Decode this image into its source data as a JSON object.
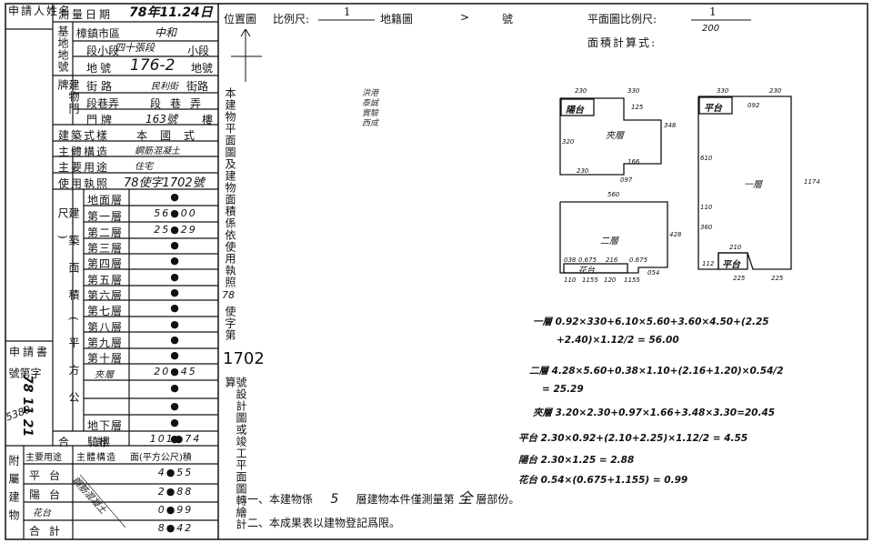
{
  "form": {
    "applicant_label": "申請人姓名",
    "survey_date_label": "測量日期",
    "survey_date": "78年11.24日",
    "base_label": "基地地號",
    "township": "樟鎮市區",
    "township_name": "中和",
    "section_label": "段小段",
    "section_name": "四十張段",
    "subsection": "小段",
    "lot_label": "地號",
    "lot_number": "176-2",
    "lot_suffix": "地號",
    "door_label": "建物門牌",
    "street_label": "街路",
    "street_value": "民利街",
    "street_suffix": "街路",
    "lane_label": "段巷弄",
    "lane_value": "段巷弄",
    "number_label": "門牌",
    "number_value": "163號",
    "number_suffix": "樓",
    "style_label": "建築式樣",
    "style_value": "本國式",
    "structure_label": "主體構造",
    "structure_value": "鋼筋混凝土",
    "use_label": "主要用途",
    "use_value": "住宅",
    "permit_label": "使用執照",
    "permit_value": "78使字1702號",
    "area_label": "建築面積(平方公尺)",
    "floors": [
      {
        "name": "地面層",
        "value": "●"
      },
      {
        "name": "第一層",
        "value": "56●00"
      },
      {
        "name": "第二層",
        "value": "25●29"
      },
      {
        "name": "第三層",
        "value": "●"
      },
      {
        "name": "第四層",
        "value": "●"
      },
      {
        "name": "第五層",
        "value": "●"
      },
      {
        "name": "第六層",
        "value": "●"
      },
      {
        "name": "第七層",
        "value": "●"
      },
      {
        "name": "第八層",
        "value": "●"
      },
      {
        "name": "第九層",
        "value": "●"
      },
      {
        "name": "第十層",
        "value": "●"
      },
      {
        "name": "夾層",
        "value": "20●45"
      },
      {
        "name": "",
        "value": "●"
      },
      {
        "name": "",
        "value": "●"
      },
      {
        "name": "地下層",
        "value": "●"
      },
      {
        "name": "騎樓",
        "value": "●"
      },
      {
        "name": "合計",
        "value": "101●74"
      }
    ],
    "application_label": "申請書",
    "application_no_label": "字第號",
    "application_stamp": "78 11 21",
    "application_no": "5380",
    "annex_label": "附屬建物",
    "annex_head": [
      "主要用途",
      "主體構造",
      "面(平方公尺)積"
    ],
    "annex": [
      {
        "name": "平台",
        "value": "4●55"
      },
      {
        "name": "陽台",
        "value": "2●88"
      },
      {
        "name": "花台",
        "value": "0●99"
      },
      {
        "name": "合計",
        "value": "8●42"
      }
    ],
    "annex_structure": "鋼筋混凝土"
  },
  "plan": {
    "location_label": "位置圖",
    "scale_label": "比例尺:",
    "scale_value": "1",
    "map_label": "地籍圖",
    "map_no": "號",
    "map_mark": ">",
    "plan_scale_label": "平面圖比例尺:",
    "plan_scale_num": "1",
    "plan_scale_den": "200",
    "area_formula_label": "面積計算式:",
    "vertical_text_1": "本建物平面圖及建物面積係依使用執照",
    "vertical_text_2": "使字第",
    "vertical_text_3": "號設計圖或竣工平面圖轉繪計算",
    "permit_no": "1702",
    "permit_mark": "78",
    "stamp_text": [
      "洪港",
      "泰誠",
      "實驗",
      "西成"
    ],
    "rooms": {
      "balcony": "陽台",
      "mezz": "夾層",
      "floor2": "二層",
      "flower": "花台",
      "platform1": "平台",
      "floor1": "一層",
      "platform2": "平台"
    },
    "dims": [
      "230",
      "330",
      "125",
      "348",
      "320",
      "166",
      "230",
      "097",
      "560",
      "428",
      "038",
      "0.675",
      "216",
      "0.675",
      "054",
      "110",
      "1155",
      "120",
      "1155",
      "330",
      "230",
      "092",
      "610",
      "1174",
      "110",
      "360",
      "210",
      "112",
      "225",
      "225"
    ],
    "formulas": [
      "一層 0.92×330+6.10×5.60+3.60×4.50+(2.25",
      "+2.40)×1.12/2 = 56.00",
      "二層 4.28×5.60+0.38×1.10+(2.16+1.20)×0.54/2",
      "= 25.29",
      "夾層 3.20×2.30+0.97×1.66+3.48×3.30=20.45",
      "平台 2.30×0.92+(2.10+2.25)×1.12/2 = 4.55",
      "陽台 2.30×1.25 = 2.88",
      "花台 0.54×(0.675+1.155) = 0.99"
    ],
    "note_1_prefix": "一、本建物係",
    "note_1_floor": "5",
    "note_1_mid": "層建物本件僅測量第",
    "note_1_value": "全",
    "note_1_suffix": "層部份。",
    "note_2": "二、本成果表以建物登記爲限。"
  }
}
